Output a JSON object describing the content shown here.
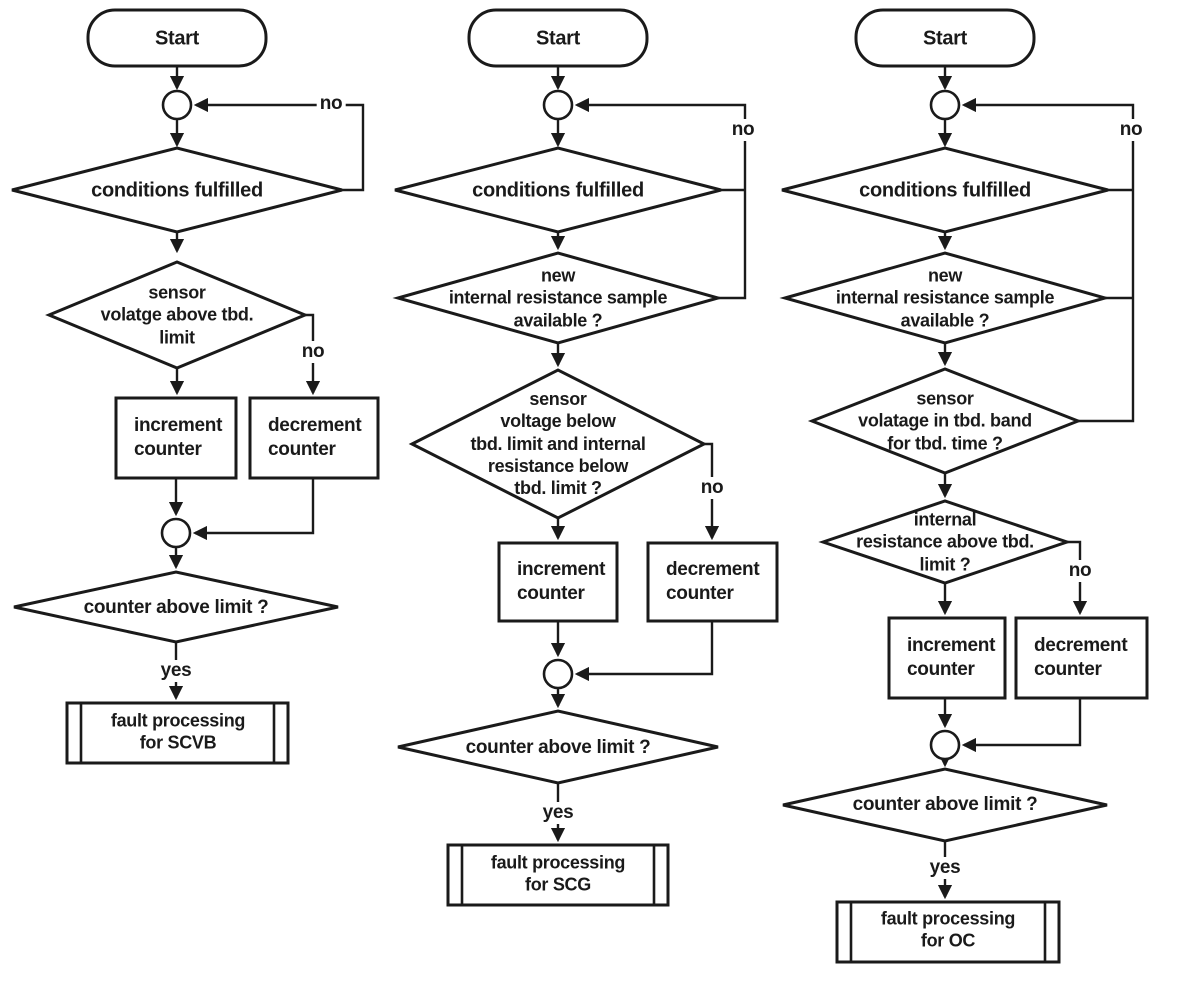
{
  "colors": {
    "ink": "#1a1a1a",
    "background": "#ffffff"
  },
  "flowcharts": [
    {
      "start": "Start",
      "no_loop": "no",
      "no_branch": "no",
      "yes": "yes",
      "d_conditions": "conditions fulfilled",
      "d_sensor": "sensor\nvolatge above tbd.\nlimit",
      "d_counter": "counter above limit ?",
      "p_increment": "increment\ncounter",
      "p_decrement": "decrement\ncounter",
      "p_fault": "fault processing\nfor SCVB"
    },
    {
      "start": "Start",
      "no_loop": "no",
      "no_branch": "no",
      "yes": "yes",
      "d_conditions": "conditions fulfilled",
      "d_new_sample": "new\ninternal resistance sample\navailable ?",
      "d_sensor": "sensor\nvoltage below\ntbd. limit and internal\nresistance below\ntbd. limit ?",
      "d_counter": "counter above limit ?",
      "p_increment": "increment\ncounter",
      "p_decrement": "decrement\ncounter",
      "p_fault": "fault processing\nfor SCG"
    },
    {
      "start": "Start",
      "no_loop": "no",
      "no_branch": "no",
      "yes": "yes",
      "d_conditions": "conditions fulfilled",
      "d_new_sample": "new\ninternal resistance sample\navailable ?",
      "d_sensor": "sensor\nvolatage in tbd. band\nfor tbd. time ?",
      "d_internal_resistance": "internal\nresistance above tbd.\nlimit ?",
      "d_counter": "counter above limit ?",
      "p_increment": "increment\ncounter",
      "p_decrement": "decrement\ncounter",
      "p_fault": "fault processing\nfor OC"
    }
  ]
}
